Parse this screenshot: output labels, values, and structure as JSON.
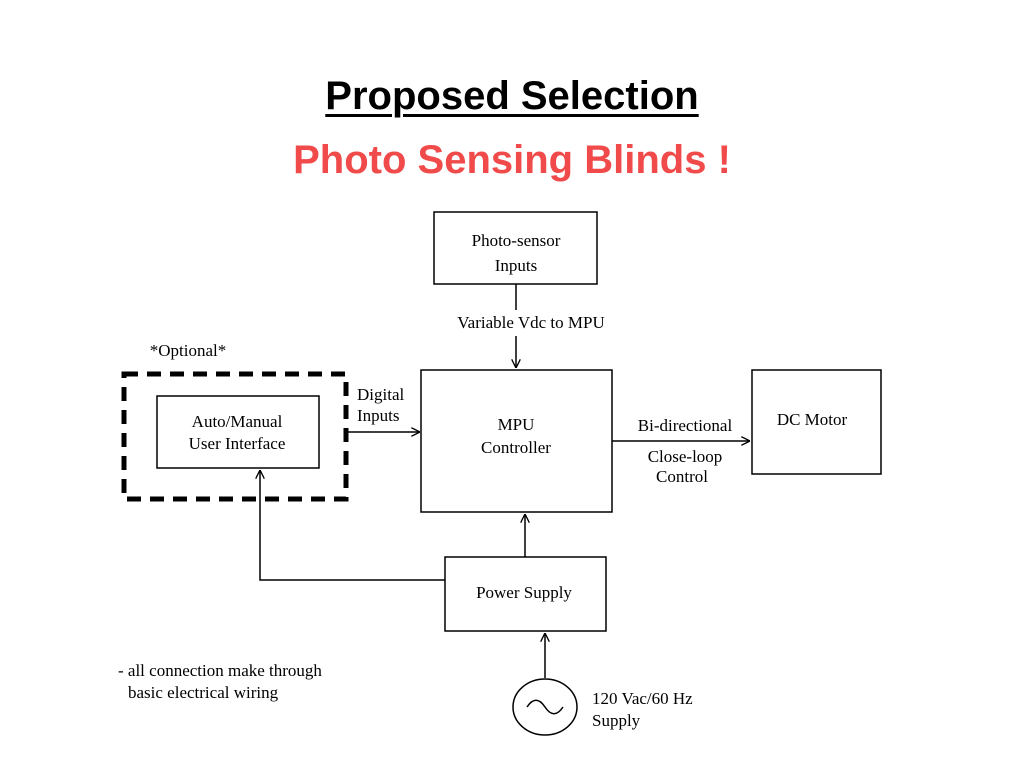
{
  "title": "Proposed Selection",
  "subtitle": "Photo Sensing Blinds !",
  "blocks": {
    "photo_sensor": [
      "Photo-sensor",
      "Inputs"
    ],
    "mpu": [
      "MPU",
      "Controller"
    ],
    "ui": [
      "Auto/Manual",
      "User Interface"
    ],
    "dc_motor": "DC Motor",
    "power_supply": "Power Supply",
    "ac_source": [
      "120 Vac/60 Hz",
      "Supply"
    ]
  },
  "labels": {
    "optional": "*Optional*",
    "variable_vdc": "Variable Vdc to MPU",
    "digital_inputs": [
      "Digital",
      "Inputs"
    ],
    "bidirectional": "Bi-directional",
    "closeloop": [
      "Close-loop",
      "Control"
    ]
  },
  "note": [
    "- all connection make through",
    "basic electrical wiring"
  ],
  "colors": {
    "subtitle": "#f04a4a",
    "line": "#000000"
  }
}
